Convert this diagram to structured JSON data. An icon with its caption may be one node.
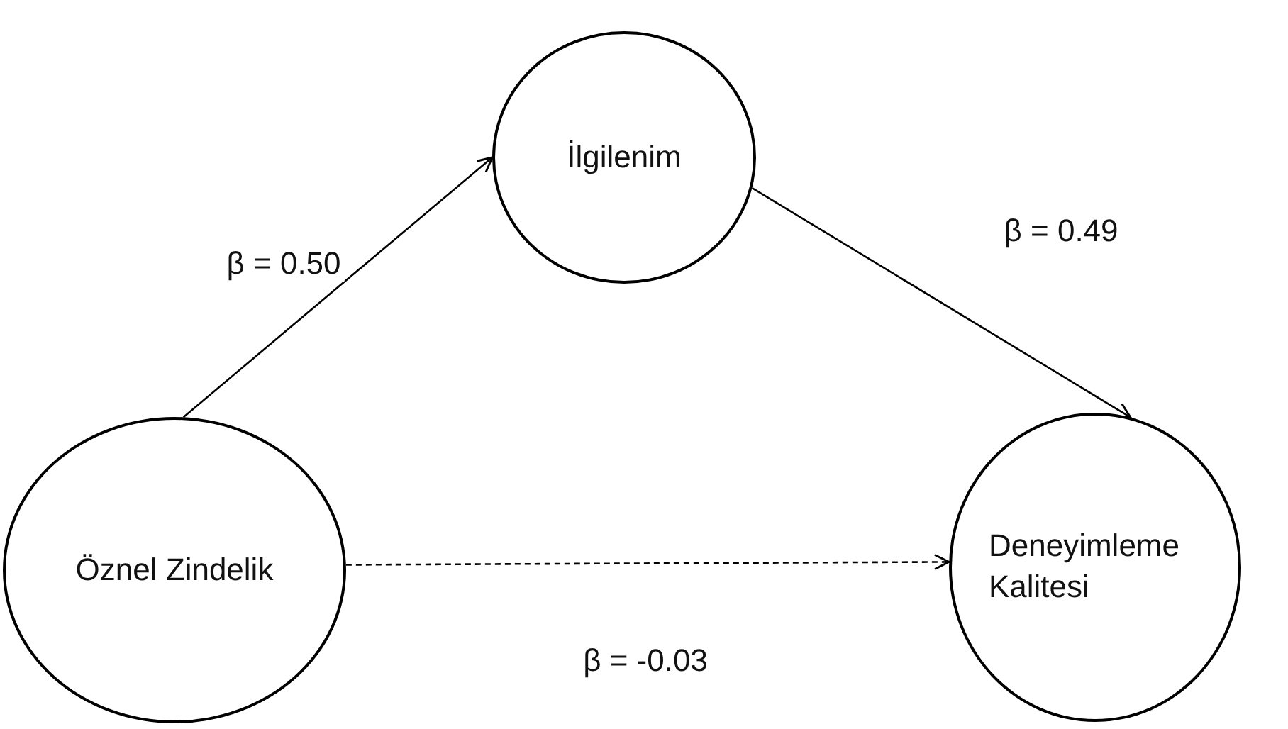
{
  "diagram": {
    "nodes": [
      {
        "text": [
          "İlgilenim"
        ]
      },
      {
        "text": [
          "Öznel Zindelik"
        ]
      },
      {
        "text": [
          "Deneyimleme Kalitesi"
        ]
      }
    ],
    "edges": [
      {
        "from": 1,
        "to": 0,
        "arrow": "to",
        "label": "β = 0.50"
      },
      {
        "from": 0,
        "to": 2,
        "arrow": "to",
        "label": "β = 0.49"
      },
      {
        "from": 1,
        "to": 2,
        "arrow": "to",
        "label": "β = -0.03",
        "style": "dashed"
      }
    ]
  }
}
